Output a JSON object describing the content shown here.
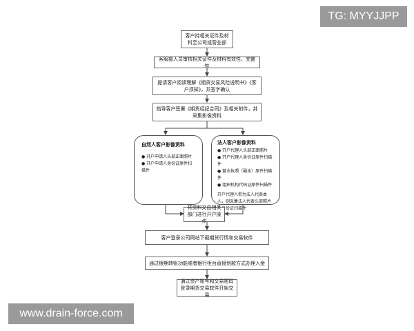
{
  "watermarks": {
    "tag": "TG: MYYJJPP",
    "site": "www.drain-force.com"
  },
  "flow": {
    "step1": "客户持相关证件及材料至公司或营业部",
    "step2": "客服部人员审核相关证件及材料有效性、完整性",
    "step3": "提请客户阅读理解《期货交易风险说明书》《客户须知》，并签字确认",
    "step4": "指导客户签署《期货经纪合同》及相关附件，并采集影像资料",
    "natural": {
      "title": "自然人客户影像资料",
      "items": [
        "开户申请人头部正面照片",
        "开户申请人身份证原件扫描件"
      ]
    },
    "legal": {
      "title": "法人客户影像资料",
      "items": [
        "开户代理人头部正面照片",
        "开户代理人身份证原件扫描件",
        "营业执照（副本）原件扫描件",
        "组织机构代码证原件扫描件"
      ],
      "note": "开户代理人若为法人代表本人，则采集法人代表头部照片及身份证扫描件"
    },
    "step5": "将资料交由相关部门进行开户操作",
    "step6": "客户登录公司网站下载期货行情和交易软件",
    "step7": "通过银期转账功能或者银行柜台直接划款方式办理入金",
    "step8": "通过资产账号和交易密码登录期货交易软件开始交易"
  }
}
